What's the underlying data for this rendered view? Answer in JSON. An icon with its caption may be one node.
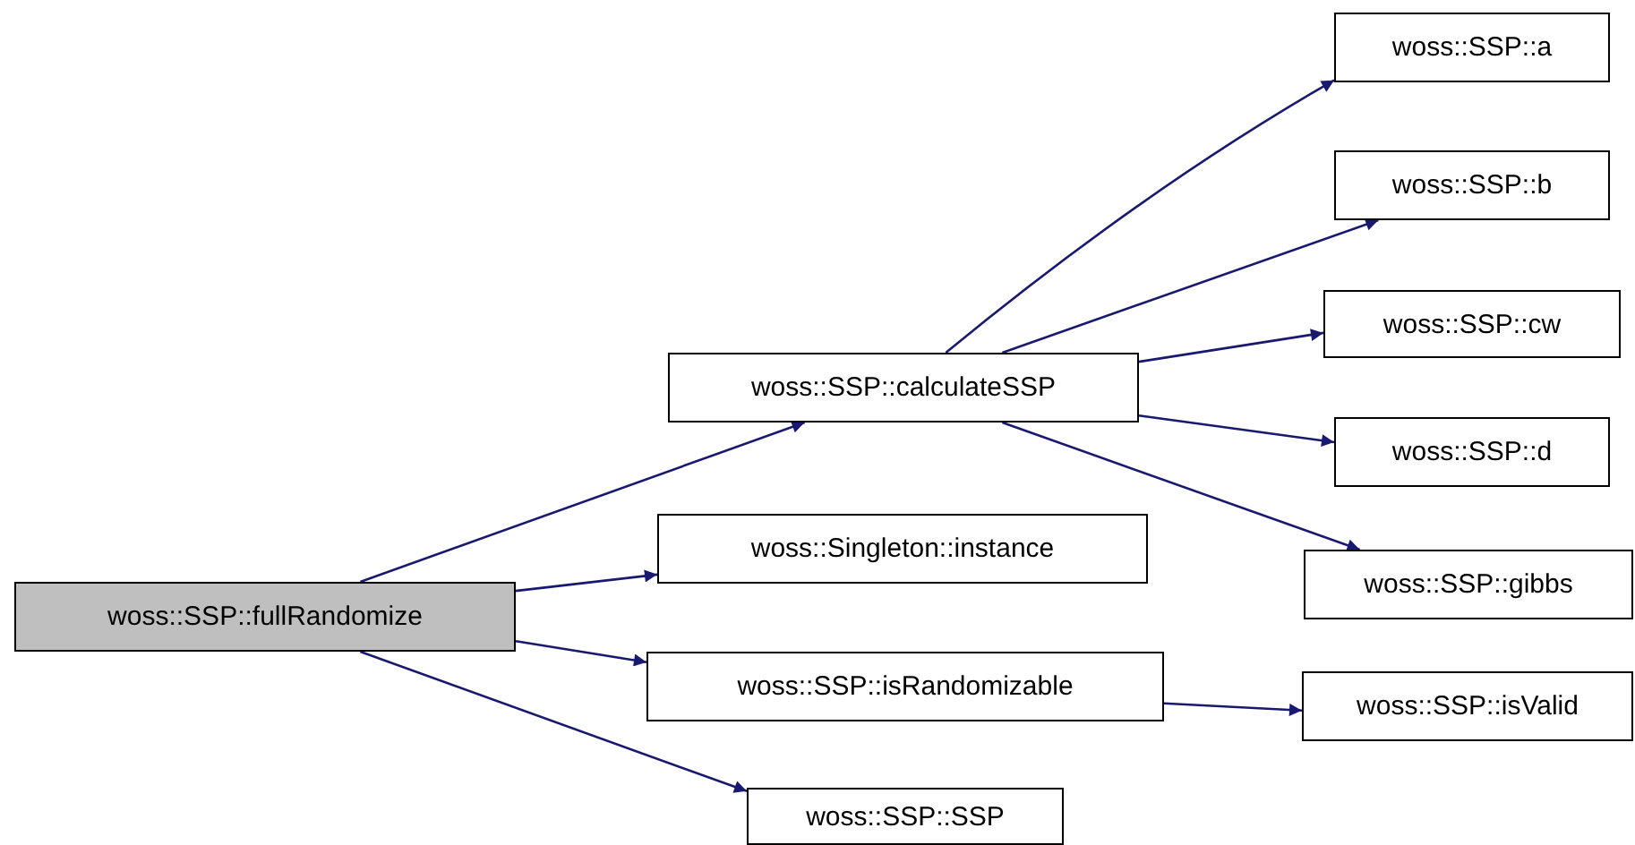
{
  "diagram": {
    "nodes": [
      {
        "text": [
          "woss::SSP::fullRandomize"
        ]
      },
      {
        "text": [
          "woss::SSP::calculateSSP"
        ]
      },
      {
        "text": [
          "woss::Singleton::instance"
        ]
      },
      {
        "text": [
          "woss::SSP::isRandomizable"
        ]
      },
      {
        "text": [
          "woss::SSP::SSP"
        ]
      },
      {
        "text": [
          "woss::SSP::a"
        ]
      },
      {
        "text": [
          "woss::SSP::b"
        ]
      },
      {
        "text": [
          "woss::SSP::cw"
        ]
      },
      {
        "text": [
          "woss::SSP::d"
        ]
      },
      {
        "text": [
          "woss::SSP::gibbs"
        ]
      },
      {
        "text": [
          "woss::SSP::isValid"
        ]
      }
    ],
    "edges": [
      {
        "from": 0,
        "to": 1,
        "arrow": "to"
      },
      {
        "from": 0,
        "to": 2,
        "arrow": "to"
      },
      {
        "from": 0,
        "to": 3,
        "arrow": "to"
      },
      {
        "from": 0,
        "to": 4,
        "arrow": "to"
      },
      {
        "from": 1,
        "to": 5,
        "arrow": "to"
      },
      {
        "from": 1,
        "to": 6,
        "arrow": "to"
      },
      {
        "from": 1,
        "to": 7,
        "arrow": "to"
      },
      {
        "from": 1,
        "to": 8,
        "arrow": "to"
      },
      {
        "from": 1,
        "to": 9,
        "arrow": "to"
      },
      {
        "from": 3,
        "to": 10,
        "arrow": "to"
      }
    ]
  }
}
